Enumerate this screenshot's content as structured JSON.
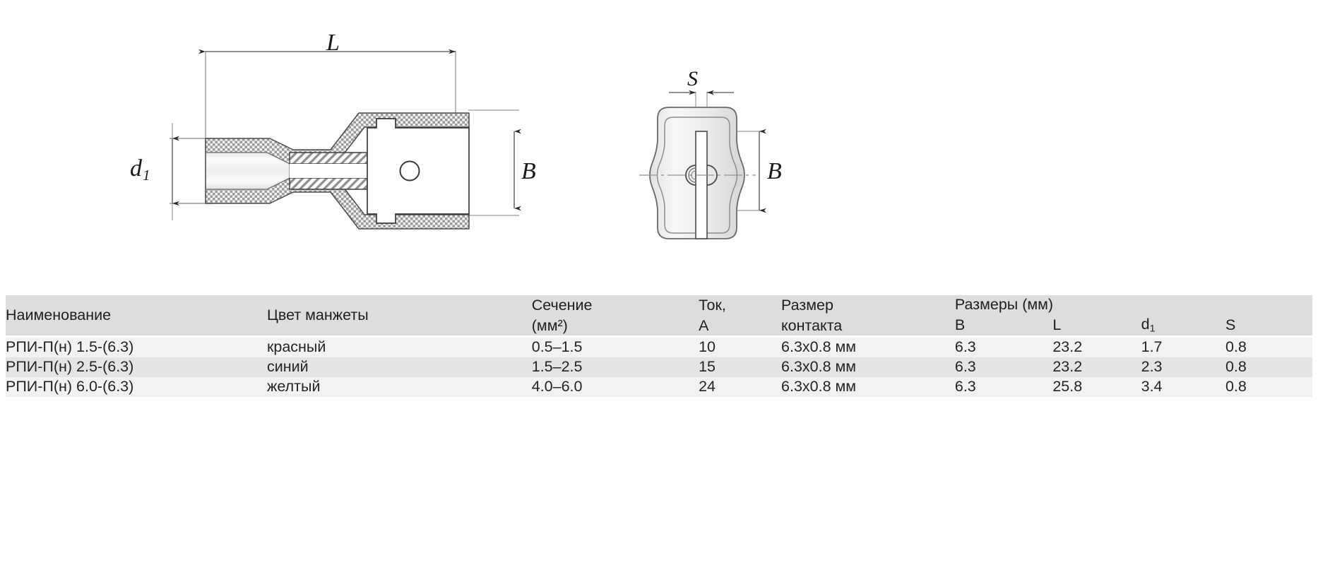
{
  "drawing": {
    "title": "Technical drawing of insulated male push-on terminal",
    "labels": {
      "length": "L",
      "insulation_diameter": "d",
      "insulation_diameter_sub": "1",
      "blade_width_side": "B",
      "blade_thickness": "S",
      "blade_width_front": "B"
    }
  },
  "table": {
    "headers": {
      "name": "Наименование",
      "sleeve_color": "Цвет манжеты",
      "cross_section_line1": "Сечение",
      "cross_section_line2": "(мм²)",
      "current_line1": "Ток,",
      "current_line2": "А",
      "contact_size_line1": "Размер",
      "contact_size_line2": "контакта",
      "dimensions_group": "Размеры (мм)",
      "dim_B": "B",
      "dim_L": "L",
      "dim_d1_main": "d",
      "dim_d1_sub": "1",
      "dim_S": "S"
    },
    "rows": [
      {
        "name": "РПИ-П(н) 1.5-(6.3)",
        "color": "красный",
        "section": "0.5–1.5",
        "current": "10",
        "contact": "6.3x0.8 мм",
        "B": "6.3",
        "L": "23.2",
        "d1": "1.7",
        "S": "0.8"
      },
      {
        "name": "РПИ-П(н) 2.5-(6.3)",
        "color": "синий",
        "section": "1.5–2.5",
        "current": "15",
        "contact": "6.3x0.8 мм",
        "B": "6.3",
        "L": "23.2",
        "d1": "2.3",
        "S": "0.8"
      },
      {
        "name": "РПИ-П(н) 6.0-(6.3)",
        "color": "желтый",
        "section": "4.0–6.0",
        "current": "24",
        "contact": "6.3x0.8 мм",
        "B": "6.3",
        "L": "25.8",
        "d1": "3.4",
        "S": "0.8"
      }
    ]
  },
  "colors": {
    "header_bg": "#dcdddd",
    "row_light": "#f2f2f2",
    "row_dark": "#e3e4e4",
    "text": "#242424",
    "line": "#3a3a3a",
    "page_bg": "#ffffff"
  }
}
